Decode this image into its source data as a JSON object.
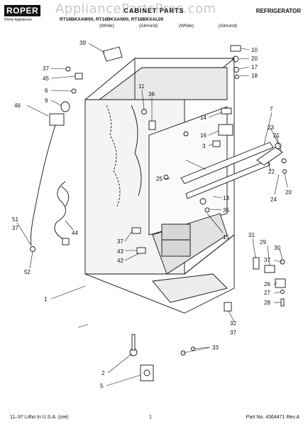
{
  "header": {
    "brand": "ROPER",
    "brand_sub": "Home Appliances",
    "watermark": "AppliancePartsPros.com",
    "title": "CABINET PARTS",
    "category": "REFRIGERATOR",
    "models": "RT18BKXAW00, RT18BKXAN00, RT18BKXAL00",
    "colors": [
      "(White)",
      "(Almond)",
      "(White)",
      "(Almond)"
    ]
  },
  "callouts": {
    "c1": "1",
    "c2": "2",
    "c3": "3",
    "c5": "5",
    "c6": "6",
    "c7": "7",
    "c9": "9",
    "c10": "10",
    "c11": "11",
    "c13": "13",
    "c14": "14",
    "c15": "15",
    "c16": "16",
    "c17": "17",
    "c18": "18",
    "c20a": "20",
    "c20b": "20",
    "c21": "21",
    "c22": "22",
    "c23": "23",
    "c24": "24",
    "c25": "25",
    "c26": "26",
    "c27": "27",
    "c28": "28",
    "c29": "29",
    "c30": "30",
    "c31": "31",
    "c32": "32",
    "c33": "33",
    "c35": "35",
    "c36": "36",
    "c37a": "37",
    "c37b": "37",
    "c37c": "37",
    "c37d": "37",
    "c37e": "37",
    "c39": "39",
    "c42": "42",
    "c43": "43",
    "c44": "44",
    "c45": "45",
    "c46": "46",
    "c51": "51",
    "c52": "52"
  },
  "footer": {
    "left": "11–97 Litho In U.S.A. (ore)",
    "page": "1",
    "right": "Part No. 4364471 Rev.A"
  }
}
